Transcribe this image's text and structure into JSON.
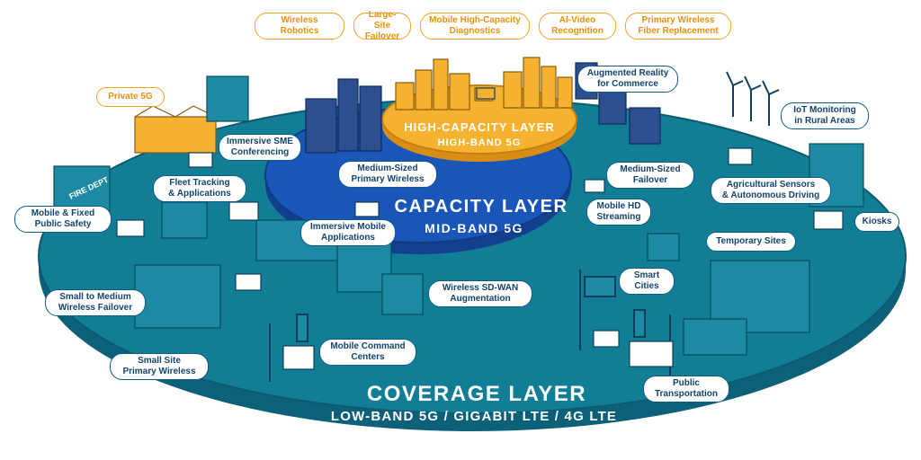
{
  "layers": {
    "high": {
      "title": "HIGH-CAPACITY LAYER",
      "subtitle": "HIGH-BAND 5G"
    },
    "capacity": {
      "title": "CAPACITY LAYER",
      "subtitle": "MID-BAND 5G"
    },
    "coverage": {
      "title": "COVERAGE LAYER",
      "subtitle": "LOW-BAND 5G / GIGABIT LTE / 4G LTE"
    }
  },
  "top_labels": [
    "Wireless Robotics",
    "Large-Site\nFailover",
    "Mobile High-Capacity\nDiagnostics",
    "AI-Video\nRecognition",
    "Primary Wireless\nFiber Replacement"
  ],
  "labels": {
    "private_5g": "Private 5G",
    "augmented_reality": "Augmented Reality\nfor Commerce",
    "immersive_sme": "Immersive SME\nConferencing",
    "iot_rural": "IoT Monitoring\nin Rural Areas",
    "fleet_tracking": "Fleet Tracking\n& Applications",
    "medium_sized_primary": "Medium-Sized\nPrimary Wireless",
    "medium_sized_failover": "Medium-Sized\nFailover",
    "agricultural_sensors": "Agricultural Sensors\n& Autonomous Driving",
    "mobile_fixed_safety": "Mobile & Fixed\nPublic Safety",
    "mobile_hd": "Mobile HD\nStreaming",
    "kiosks": "Kiosks",
    "immersive_mobile": "Immersive Mobile\nApplications",
    "temporary_sites": "Temporary Sites",
    "smart_cities": "Smart\nCities",
    "small_medium_failover": "Small to Medium\nWireless Failover",
    "wireless_sdwan": "Wireless SD-WAN\nAugmentation",
    "mobile_command": "Mobile Command\nCenters",
    "small_site_primary": "Small Site\nPrimary Wireless",
    "public_transportation": "Public\nTransportation"
  },
  "signage": {
    "fire_dept": "FIRE DEPT"
  },
  "colors": {
    "coverage": "#127e96",
    "coverage_edge": "#0c6078",
    "capacity": "#1a56b8",
    "high": "#f5b231",
    "label_border": "#0e5a8a",
    "orange_label": "#f0a321",
    "building": "#2c4f8f",
    "building_orange": "#f5b231"
  }
}
